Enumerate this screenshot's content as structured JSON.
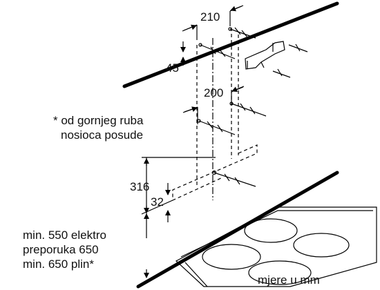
{
  "dimensions": {
    "d210": "210",
    "d45": "45",
    "d200": "200",
    "d316": "316",
    "d32": "32"
  },
  "notes": {
    "asterisk_line1": "* od gornjeg ruba",
    "asterisk_line2": "nosioca posude",
    "min_line1": "min. 550 elektro",
    "min_line2": "preporuka 650",
    "min_line3": "min. 650 plin*",
    "units": "mjere u mm"
  }
}
